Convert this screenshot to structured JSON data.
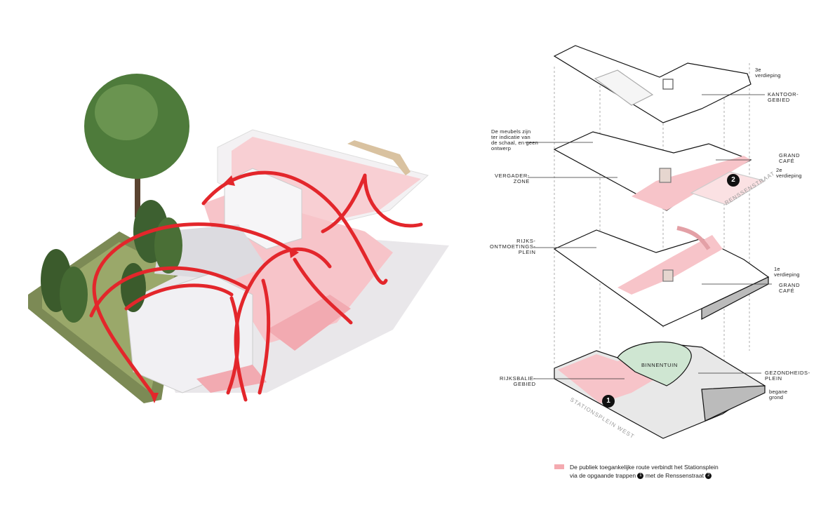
{
  "floors": [
    {
      "level": "3e verdieping",
      "labels": [
        "KANTOOR-\nGEBIED"
      ]
    },
    {
      "level": "2e verdieping",
      "labels": [
        "GRAND\nCAFÉ",
        "VERGADER-\nZONE"
      ]
    },
    {
      "level": "1e verdieping",
      "labels": [
        "RIJKS-\nONTMOETINGS-\nPLEIN",
        "GRAND\nCAFÉ"
      ]
    },
    {
      "level": "begane grond",
      "labels": [
        "BINNENTUIN",
        "RIJKSBALIE-\nGEBIED",
        "GEZONDHEIDS-\nPLEIN"
      ]
    }
  ],
  "labels": {
    "floor3": "3e\nverdieping",
    "kantoor": "KANTOOR-\nGEBIED",
    "meubels": "De meubels zijn\nter indicatie van\nde schaal, en geen\nontwerp",
    "grandcafe2": "GRAND\nCAFÉ",
    "floor2": "2e\nverdieping",
    "vergader": "VERGADER-\nZONE",
    "rijksontmoeting": "RIJKS-\nONTMOETINGS-\nPLEIN",
    "floor1": "1e\nverdieping",
    "grandcafe1": "GRAND\nCAFÉ",
    "binnentuin": "BINNENTUIN",
    "rijksbalie": "RIJKSBALIE-\nGEBIED",
    "gezondheid": "GEZONDHEIDS-\nPLEIN",
    "ground": "begane\ngrond",
    "street_renssen": "RENSSENSTRAAT",
    "street_station": "STATIONSPLEIN WEST",
    "badge1": "1",
    "badge2": "2"
  },
  "legend": {
    "line1": "De publiek toegankelijke route verbindt het Stationsplein",
    "line2_a": "via de opgaande trappen",
    "line2_b": "met de Renssenstraat",
    "badge1": "1",
    "badge2": "2"
  },
  "colors": {
    "route": "#f4aab0",
    "arrow": "#e3262b",
    "garden": "#cfe6d2",
    "tree": "#4a7a3a"
  }
}
